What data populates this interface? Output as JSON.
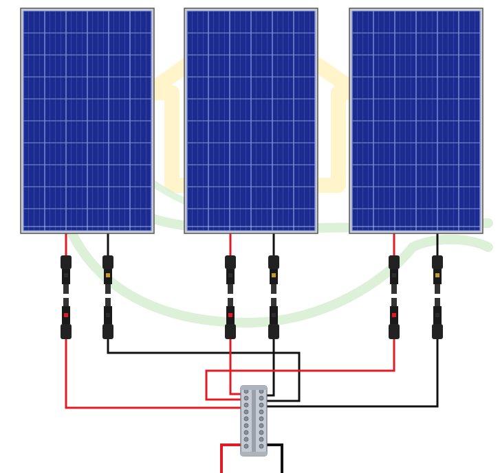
{
  "diagram": {
    "panel_count": 3,
    "connector_pairs_per_panel": 2,
    "colors": {
      "background": "#ffffff",
      "panel_frame": "#c9ccd2",
      "panel_cell": "#1b2b8f",
      "panel_cell_light": "#2a3ca8",
      "panel_grid": "#7f8fd8",
      "positive_wire": "#e01b24",
      "negative_wire": "#111111",
      "connector_body": "#222222",
      "busbar_body": "#c6cbd3",
      "watermark_house": "#fff3c4",
      "watermark_leaf": "#d8f0d4"
    },
    "icons": {
      "watermark": "house-leaf-logo",
      "connector": "mc4-connector",
      "busbar": "combiner-busbar"
    }
  }
}
